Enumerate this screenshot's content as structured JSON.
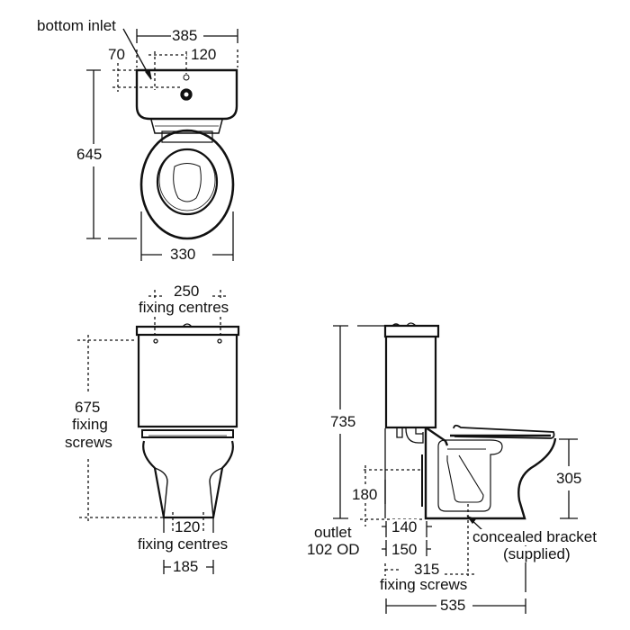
{
  "top_view": {
    "label_bottom_inlet": "bottom inlet",
    "dim_width": "385",
    "dim_inlet_offset": "70",
    "dim_inlet_centre": "120",
    "dim_depth": "645",
    "dim_pan_width": "330"
  },
  "front_view": {
    "dim_fixing_centres_top": "250",
    "label_fixing_centres_top": "fixing centres",
    "dim_fixing_height": "675",
    "label_fixing_screws_1": "fixing",
    "label_fixing_screws_2": "screws",
    "dim_fixing_centres_bottom": "120",
    "label_fixing_centres_bottom": "fixing centres",
    "dim_base_width": "185"
  },
  "side_view": {
    "dim_height": "735",
    "dim_seat_height": "305",
    "dim_outlet_height": "180",
    "label_outlet_1": "outlet",
    "label_outlet_2": "102 OD",
    "dim_140": "140",
    "dim_150": "150",
    "dim_315": "315",
    "label_fixing_screws": "fixing screws",
    "dim_depth": "535",
    "label_bracket_1": "concealed bracket",
    "label_bracket_2": "(supplied)"
  },
  "colors": {
    "line": "#111111",
    "background": "#ffffff"
  }
}
